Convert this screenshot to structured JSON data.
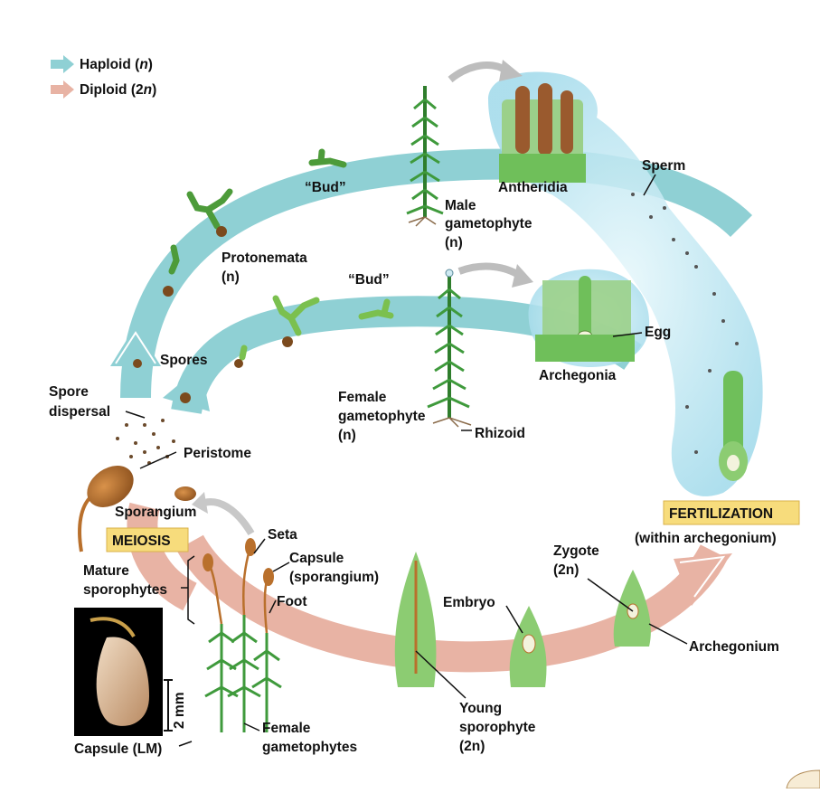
{
  "colors": {
    "haploid": "#8fd0d4",
    "diploid": "#e8b3a4",
    "moss": "#3f9a3c",
    "water": "#bfe7f2",
    "capsule": "#b9702c",
    "label_box": "#f7dc7c"
  },
  "legend": [
    {
      "prefix": "Haploid (",
      "italic": "n",
      "suffix": ")"
    },
    {
      "prefix": "Diploid (2",
      "italic": "n",
      "suffix": ")"
    }
  ],
  "labels": {
    "bud_top": "“Bud”",
    "bud_bottom": "“Bud”",
    "protonemata": [
      "Protonemata",
      "(n)"
    ],
    "male_gametophyte": [
      "Male",
      "gametophyte",
      "(n)"
    ],
    "antheridia": "Antheridia",
    "sperm": "Sperm",
    "egg": "Egg",
    "archegonia": "Archegonia",
    "spores": "Spores",
    "spore_dispersal": [
      "Spore",
      "dispersal"
    ],
    "peristome": "Peristome",
    "female_gametophyte": [
      "Female",
      "gametophyte",
      "(n)"
    ],
    "rhizoid": "Rhizoid",
    "sporangium": "Sporangium",
    "meiosis": "MEIOSIS",
    "fertilization": "FERTILIZATION",
    "within_archegonium": "(within archegonium)",
    "seta": "Seta",
    "capsule": [
      "Capsule",
      "(sporangium)"
    ],
    "foot": "Foot",
    "mature_sporophytes": [
      "Mature",
      "sporophytes"
    ],
    "zygote": [
      "Zygote",
      "(2n)"
    ],
    "embryo": "Embryo",
    "archegonium": "Archegonium",
    "young_sporophyte": [
      "Young",
      "sporophyte",
      "(2n)"
    ],
    "female_gametophytes": [
      "Female",
      "gametophytes"
    ],
    "capsule_lm": "Capsule (LM)",
    "scale": "2 mm"
  }
}
